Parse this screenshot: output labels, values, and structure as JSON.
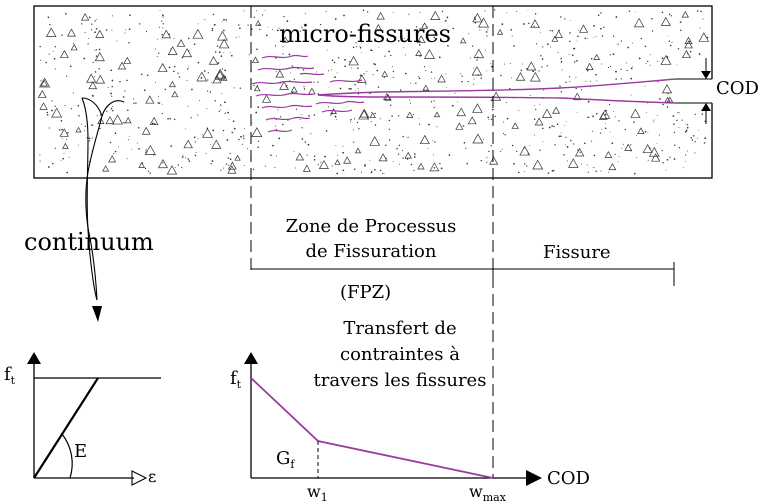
{
  "labels": {
    "micro_fissures": "micro-fissures",
    "cod_right": "COD",
    "continuum": "continuum",
    "zone_line1": "Zone de Processus",
    "zone_line2": "de Fissuration",
    "fpz": "(FPZ)",
    "fissure": "Fissure",
    "transfert_line1": "Transfert de",
    "transfert_line2": "contraintes à",
    "transfert_line3": "travers les fissures"
  },
  "left_graph": {
    "y_label_main": "f",
    "y_label_sub": "t",
    "slope_label": "E",
    "x_label": "ε"
  },
  "right_graph": {
    "y_label_main": "f",
    "y_label_sub": "t",
    "area_label_main": "G",
    "area_label_sub": "f",
    "w1_main": "w",
    "w1_sub": "1",
    "wmax_main": "w",
    "wmax_sub": "max",
    "x_label": "COD"
  },
  "colors": {
    "crack": "#9b3ba1",
    "ink": "#000000"
  }
}
